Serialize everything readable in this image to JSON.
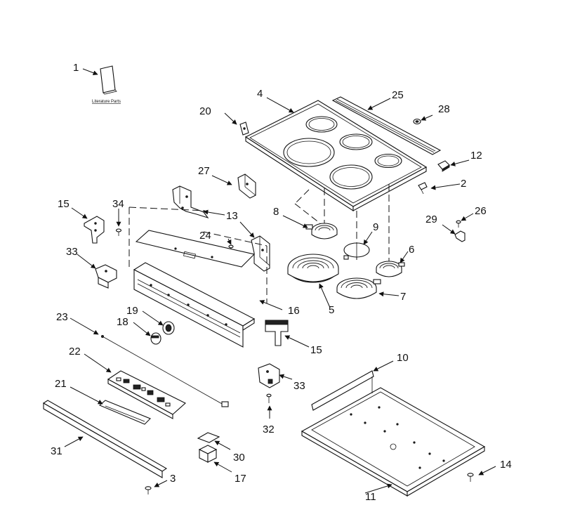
{
  "literature_caption": "Literature Parts",
  "callouts": [
    "1",
    "2",
    "3",
    "4",
    "5",
    "6",
    "7",
    "8",
    "9",
    "10",
    "11",
    "12",
    "13",
    "14",
    "15",
    "15",
    "16",
    "17",
    "18",
    "19",
    "20",
    "21",
    "22",
    "23",
    "24",
    "25",
    "26",
    "27",
    "28",
    "29",
    "30",
    "31",
    "32",
    "33",
    "33",
    "34"
  ]
}
